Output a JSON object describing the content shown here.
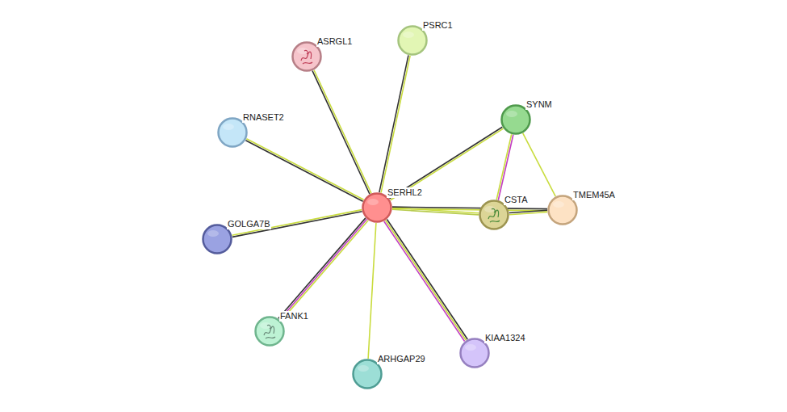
{
  "diagram": {
    "nodes": [
      {
        "text": [
          "PSRC1"
        ]
      },
      {
        "text": [
          "ASRGL1"
        ]
      },
      {
        "text": [
          "SYNM"
        ]
      },
      {
        "text": [
          "RNASET2"
        ]
      },
      {
        "text": [
          "SERHL2"
        ]
      },
      {
        "text": [
          "CSTA"
        ]
      },
      {
        "text": [
          "TMEM45A"
        ]
      },
      {
        "text": [
          "GOLGA7B"
        ]
      },
      {
        "text": [
          "FANK1"
        ]
      },
      {
        "text": [
          "KIAA1324"
        ]
      },
      {
        "text": [
          "ARHGAP29"
        ]
      }
    ],
    "edges": [
      {
        "from": 4,
        "to": 0,
        "arrow": "none"
      },
      {
        "from": 4,
        "to": 1,
        "arrow": "none"
      },
      {
        "from": 4,
        "to": 2,
        "arrow": "none"
      },
      {
        "from": 4,
        "to": 3,
        "arrow": "none"
      },
      {
        "from": 4,
        "to": 5,
        "arrow": "none"
      },
      {
        "from": 4,
        "to": 6,
        "arrow": "none"
      },
      {
        "from": 4,
        "to": 7,
        "arrow": "none"
      },
      {
        "from": 4,
        "to": 8,
        "arrow": "none"
      },
      {
        "from": 4,
        "to": 9,
        "arrow": "none"
      },
      {
        "from": 4,
        "to": 10,
        "arrow": "none"
      },
      {
        "from": 2,
        "to": 5,
        "arrow": "none"
      },
      {
        "from": 2,
        "to": 6,
        "arrow": "none"
      },
      {
        "from": 5,
        "to": 6,
        "arrow": "none"
      }
    ]
  }
}
